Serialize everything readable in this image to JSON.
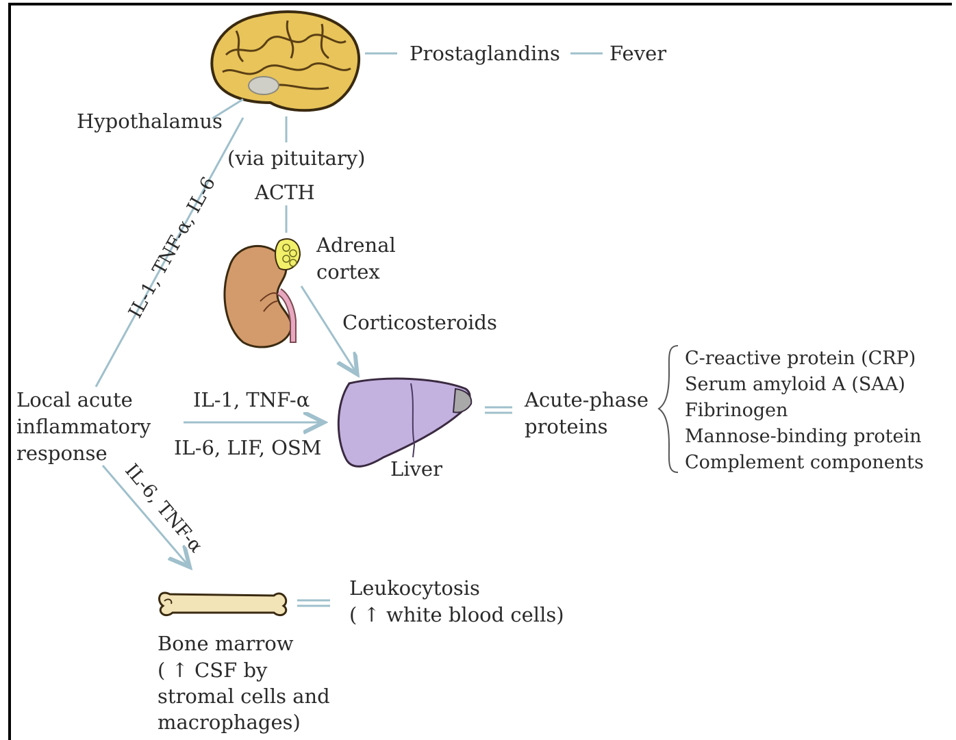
{
  "labels": {
    "prostaglandins": "Prostaglandins",
    "fever": "Fever",
    "hypothalamus": "Hypothalamus",
    "via_pituitary": "(via pituitary)",
    "acth": "ACTH",
    "adrenal_cortex_1": "Adrenal",
    "adrenal_cortex_2": "cortex",
    "corticosteroids": "Corticosteroids",
    "local_response_1": "Local acute",
    "local_response_2": "inflammatory",
    "local_response_3": "response",
    "cytokines_top": "IL-1, TNF-α, IL-6",
    "cytokines_liver_a": "IL-1, TNF-α",
    "cytokines_liver_b": "IL-6, LIF, OSM",
    "liver": "Liver",
    "acute_phase_1": "Acute-phase",
    "acute_phase_2": "proteins",
    "cytokines_bone": "IL-6, TNF-α",
    "leukocytosis_1": "Leukocytosis",
    "leukocytosis_2": "( ↑  white blood cells)",
    "bone_marrow_1": "Bone marrow",
    "bone_marrow_2": "( ↑  CSF by",
    "bone_marrow_3": "stromal cells and",
    "bone_marrow_4": "macrophages)"
  },
  "acute_phase_proteins": [
    "C-reactive protein (CRP)",
    "Serum amyloid A (SAA)",
    "Fibrinogen",
    "Mannose-binding protein",
    "Complement components"
  ],
  "colors": {
    "brain": "#e8c45a",
    "brain_outline": "#3a2a10",
    "kidney": "#d39a6b",
    "adrenal": "#f2ef6a",
    "liver": "#c3b2e0",
    "liver_lobe": "#a9a9a9",
    "bone": "#f3e4b8",
    "connector": "#9fc0cc"
  },
  "icons": [
    "brain-icon",
    "kidney-icon",
    "liver-icon",
    "bone-icon"
  ]
}
